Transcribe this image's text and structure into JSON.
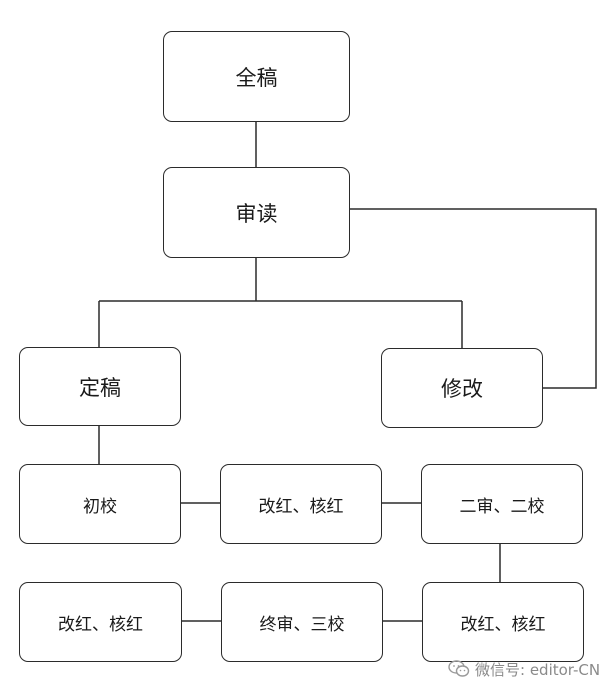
{
  "nodes": {
    "full_draft": "全稿",
    "review": "审读",
    "final_draft": "定稿",
    "revise": "修改",
    "first_proof": "初校",
    "correct_1": "改红、核红",
    "second_review": "二审、二校",
    "correct_2": "改红、核红",
    "final_review": "终审、三校",
    "correct_3": "改红、核红"
  },
  "watermark": {
    "text": "微信号: editor-CN",
    "icon": "wechat-icon"
  },
  "colors": {
    "stroke": "#2b2b2b",
    "text": "#1a1a1a",
    "watermark": "#8a8a8a"
  }
}
